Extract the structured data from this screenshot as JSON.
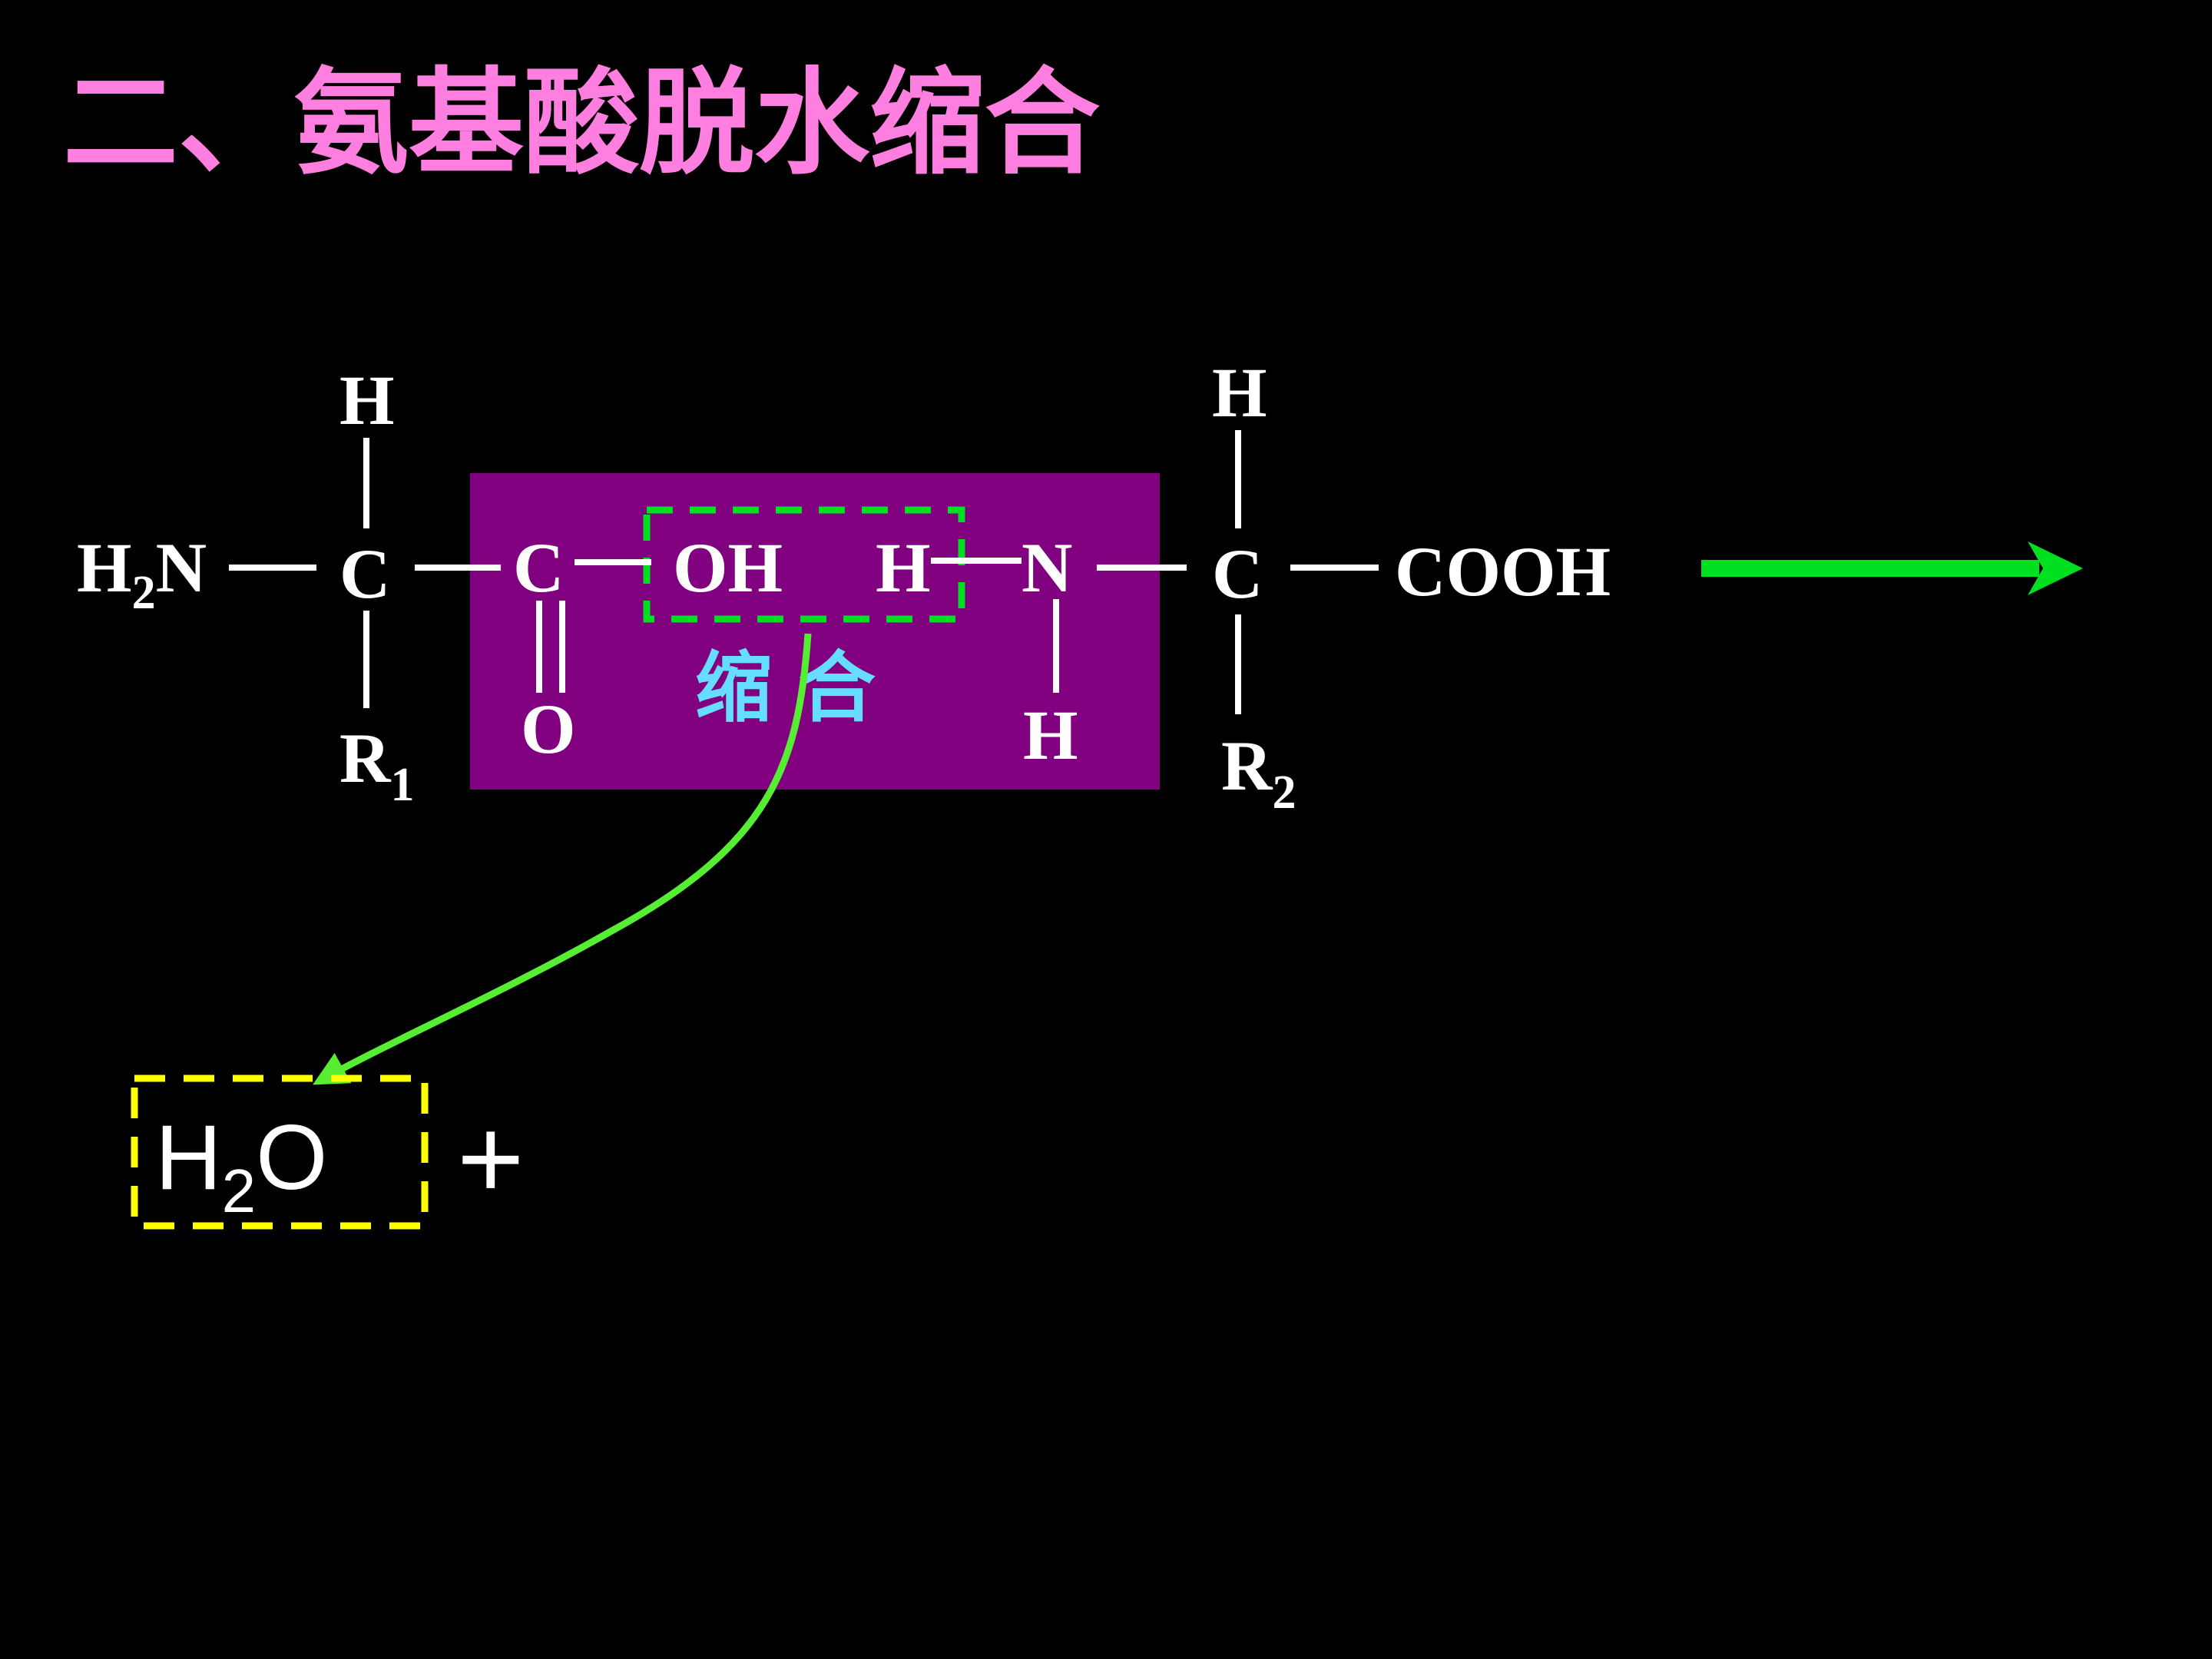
{
  "title": "二、氨基酸脱水缩合",
  "colors": {
    "background": "#000000",
    "title": "#ff7fe0",
    "bond": "#ffffff",
    "highlight_box": "#800080",
    "green": "#00e020",
    "light_green": "#55ee33",
    "yellow": "#ffff00",
    "label": "#66ddff"
  },
  "molecule": {
    "amine_H": "H",
    "amine_sub": "2",
    "amine_N": "N",
    "alpha_C1": "C",
    "alpha_C1_top": "H",
    "R1": "R",
    "R1_sub": "1",
    "carbonyl_C": "C",
    "carbonyl_O": "O",
    "hydroxyl": "OH",
    "amine2_H": "H",
    "amine2_N": "N",
    "amine2_bottom_H": "H",
    "alpha_C2": "C",
    "alpha_C2_top": "H",
    "R2": "R",
    "R2_sub": "2",
    "carboxyl": "COOH"
  },
  "condensation_label": "缩 合",
  "water": {
    "H": "H",
    "sub": "2",
    "O": "O"
  },
  "plus": "+"
}
